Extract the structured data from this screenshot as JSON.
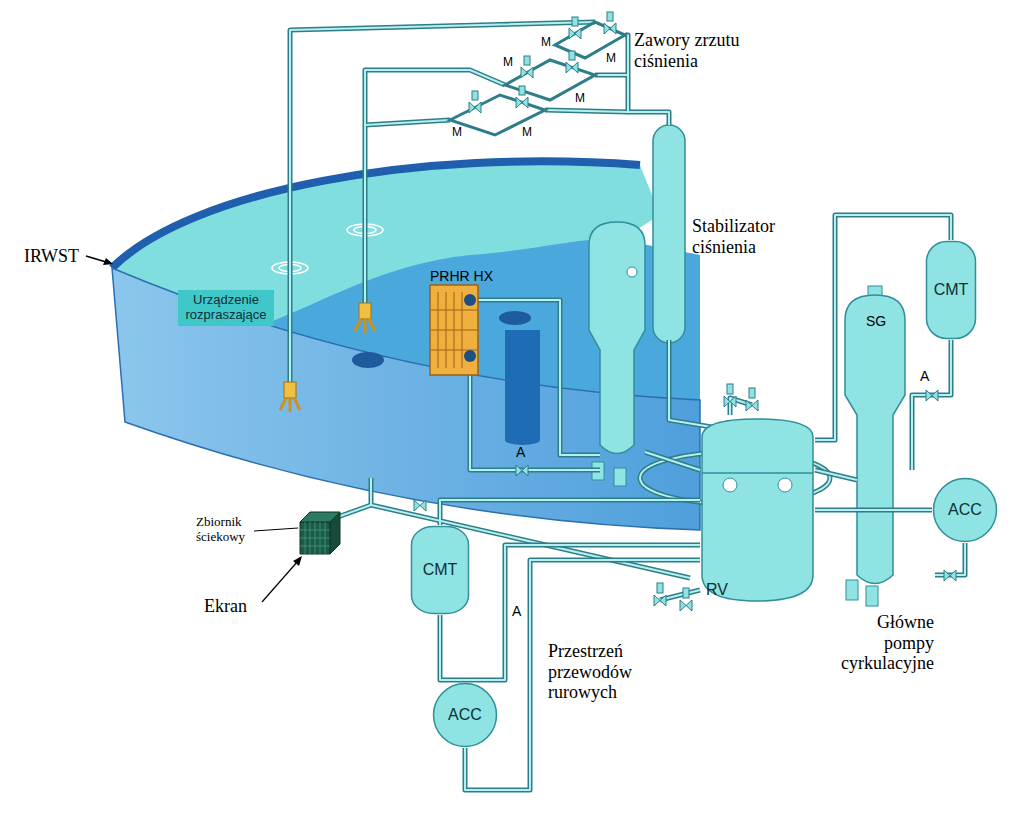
{
  "diagram": {
    "nodes": [
      {
        "text": [
          "Urządzenie rozpraszające"
        ]
      },
      {
        "text": [
          "CMT"
        ]
      },
      {
        "text": [
          "RV"
        ]
      },
      {
        "text": [
          "ACC"
        ]
      },
      {
        "text": [
          "CMT"
        ]
      },
      {
        "text": [
          "ACC"
        ]
      }
    ],
    "edges": [
      {
        "from": 1,
        "to": 2,
        "arrow": "none"
      },
      {
        "from": 3,
        "to": 2,
        "arrow": "none"
      },
      {
        "from": 4,
        "to": 2,
        "arrow": "none"
      },
      {
        "from": 5,
        "to": 2,
        "arrow": "none"
      }
    ],
    "labels": [
      "Zawory zrzutu ciśnienia",
      "M",
      "M",
      "M",
      "M",
      "M",
      "M",
      "IRWST",
      "PRHR HX",
      "Stabilizator ciśnienia",
      "SG",
      "A",
      "A",
      "Zbiornik ściekowy",
      "Ekran",
      "A",
      "Przestrzeń przewodów rurowych",
      "Główne pompy cyrkulacyjne"
    ]
  }
}
